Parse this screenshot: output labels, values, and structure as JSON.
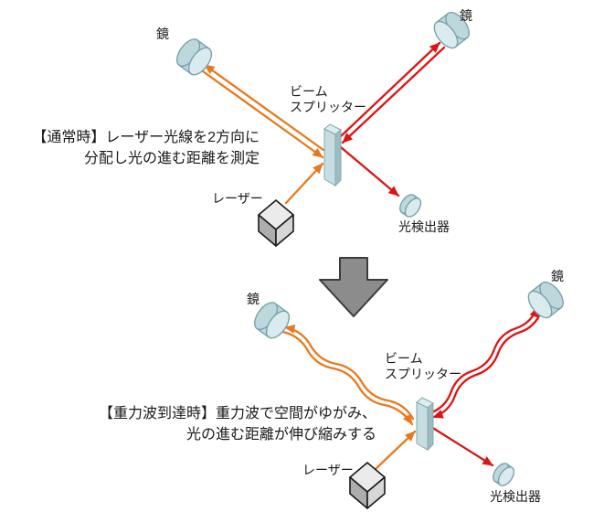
{
  "colors": {
    "beam_orange": "#E8791E",
    "beam_red": "#DE1414",
    "mirror_face": "#D9EBEE",
    "mirror_rim": "#BCD8DC",
    "splitter_front": "#C6DEE2",
    "splitter_side": "#9CBCC2",
    "splitter_top": "#DCEDEF",
    "cube_top": "#EBEBEB",
    "cube_right": "#D6D6D6",
    "cube_left": "#ADADAD",
    "transition_arrow_fill": "#8C8C8C",
    "transition_arrow_stroke": "#3C3C3C"
  },
  "normal_state": {
    "caption_line1": "【通常時】レーザー光線を2方向に",
    "caption_line2": "分配し光の進む距離を測定",
    "mirror_left_label": "鏡",
    "mirror_right_label": "鏡",
    "beam_splitter_label_line1": "ビーム",
    "beam_splitter_label_line2": "スプリッター",
    "laser_label": "レーザー",
    "detector_label": "光検出器"
  },
  "gravitational_wave_state": {
    "caption_line1": "【重力波到達時】重力波で空間がゆがみ、",
    "caption_line2": "光の進む距離が伸び縮みする",
    "mirror_left_label": "鏡",
    "mirror_right_label": "鏡",
    "beam_splitter_label_line1": "ビーム",
    "beam_splitter_label_line2": "スプリッター",
    "laser_label": "レーザー",
    "detector_label": "光検出器"
  }
}
